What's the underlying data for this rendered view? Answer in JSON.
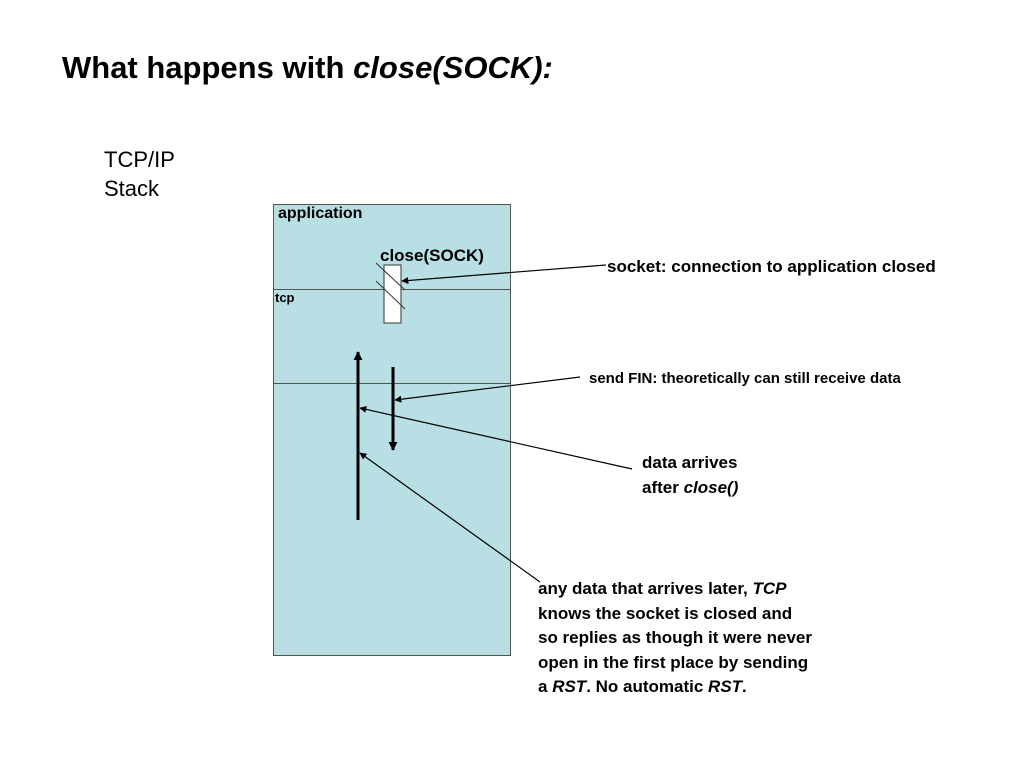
{
  "slide": {
    "title_prefix": "What happens with ",
    "title_emphasis": "close(SOCK):",
    "stack_label_line1": "TCP/IP",
    "stack_label_line2": "Stack"
  },
  "diagram": {
    "layer_application": "application",
    "layer_tcp": "tcp",
    "close_call": "close(SOCK)",
    "colors": {
      "stack_fill": "#b8dfe3",
      "border": "#555555",
      "arrow": "#000000"
    }
  },
  "annotations": {
    "socket_closed": "socket: connection to application closed",
    "send_fin": "send FIN: theoretically can still receive data",
    "data_arrives_line1": "data arrives",
    "data_arrives_line2_prefix": "after ",
    "data_arrives_line2_emphasis": "close()",
    "later_line1_prefix": "any data that arrives later, ",
    "later_line1_emphasis": "TCP",
    "later_line2": "knows the socket is closed and",
    "later_line3": "so replies as though it were never",
    "later_line4": "open in the first place by sending",
    "later_line5_a": "a ",
    "later_line5_rst1": "RST",
    "later_line5_b": ".  No automatic ",
    "later_line5_rst2": "RST",
    "later_line5_c": "."
  }
}
